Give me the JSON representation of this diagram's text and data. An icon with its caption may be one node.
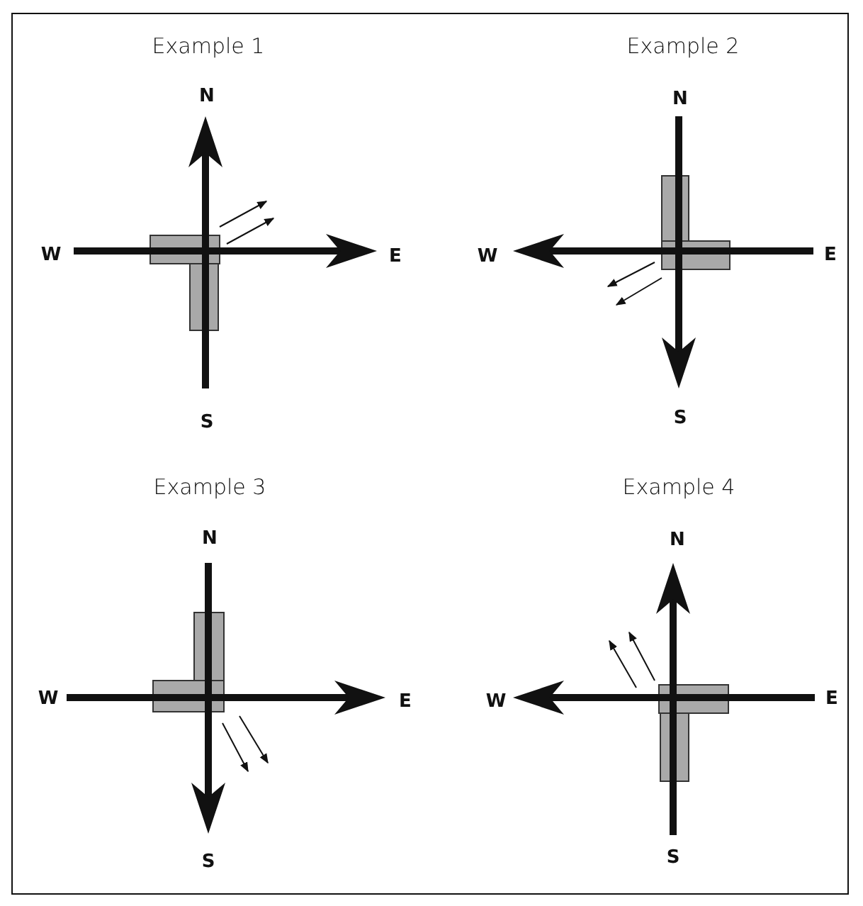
{
  "diagram": {
    "labels": [
      "Example 1",
      "N",
      "W",
      "E",
      "S",
      "Example 2",
      "N",
      "W",
      "E",
      "S",
      "Example 3",
      "N",
      "W",
      "E",
      "S",
      "Example 4",
      "N",
      "W",
      "E",
      "S"
    ]
  }
}
